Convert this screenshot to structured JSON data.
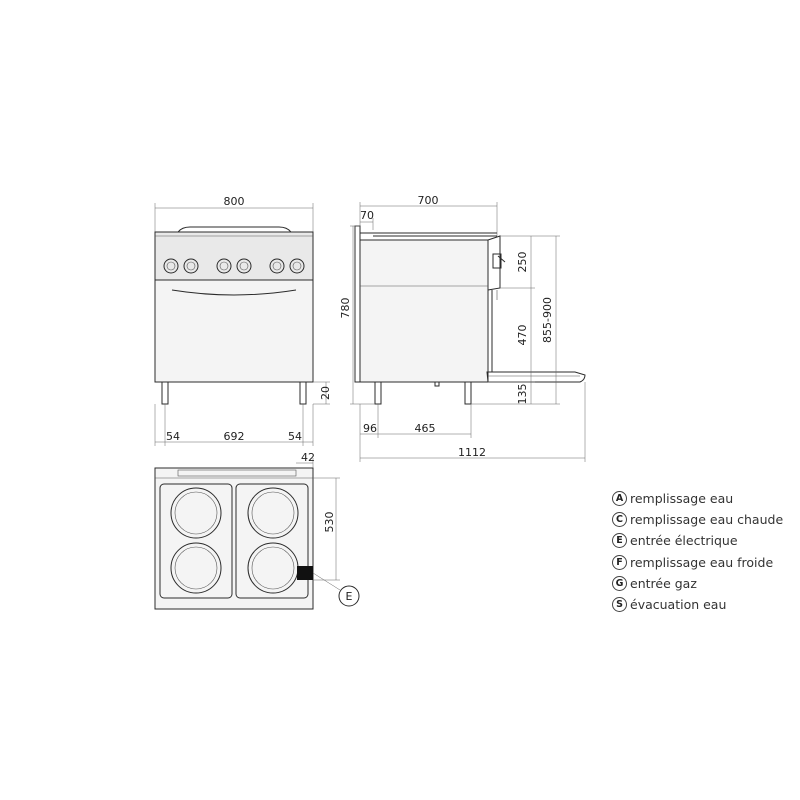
{
  "dimensions": {
    "front_width": "800",
    "front_left_leg": "54",
    "front_inner": "692",
    "front_right_leg": "54",
    "front_foot": "20",
    "side_depth": "700",
    "side_top_offset": "70",
    "side_height": "780",
    "side_panel": "250",
    "side_middle": "470",
    "side_total": "855-900",
    "side_leg": "135",
    "side_front_offset": "96",
    "side_leg_span": "465",
    "side_overall": "1112",
    "top_offset": "42",
    "top_depth": "530"
  },
  "callout": {
    "label": "E"
  },
  "legend": [
    {
      "letter": "A",
      "text": "remplissage eau"
    },
    {
      "letter": "C",
      "text": "remplissage eau chaude"
    },
    {
      "letter": "E",
      "text": "entrée électrique"
    },
    {
      "letter": "F",
      "text": "remplissage eau froide"
    },
    {
      "letter": "G",
      "text": "entrée gaz"
    },
    {
      "letter": "S",
      "text": "évacuation eau"
    }
  ]
}
